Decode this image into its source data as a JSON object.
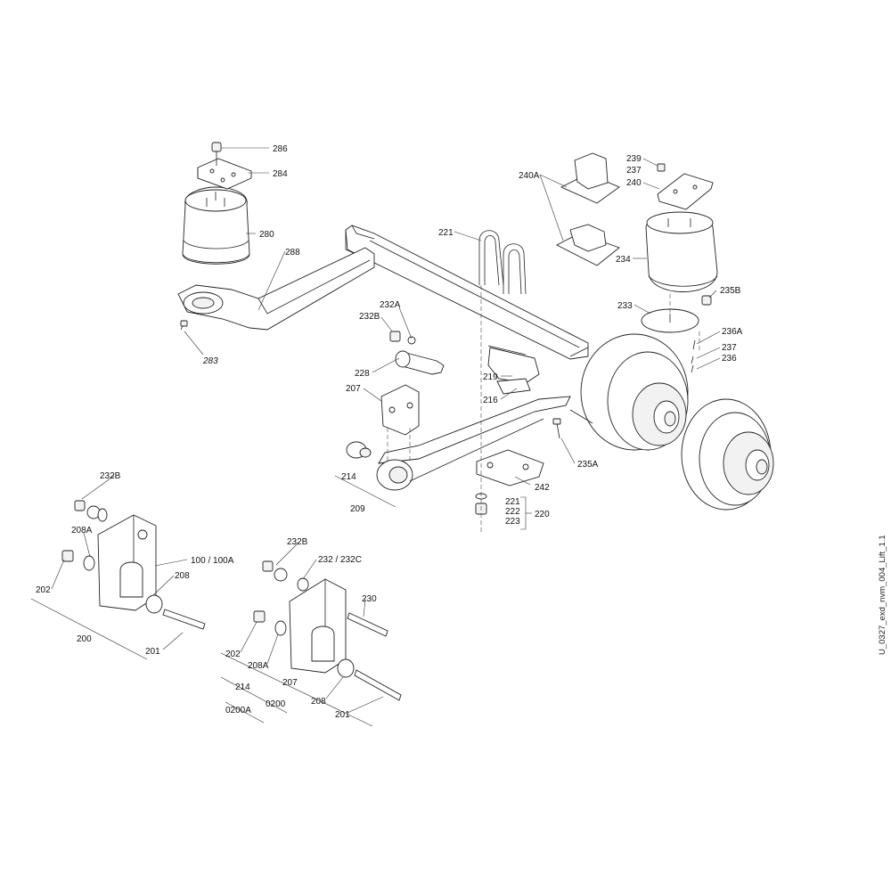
{
  "drawing": {
    "reference": "U_0327_exd_nvm_004_Lift_1.1",
    "labels": {
      "l286": "286",
      "l284": "284",
      "l280": "280",
      "l288": "288",
      "l283": "283",
      "l221top": "221",
      "l240A": "240A",
      "l239": "239",
      "l237a": "237",
      "l240": "240",
      "l234": "234",
      "l233": "233",
      "l235B": "235B",
      "l236A": "236A",
      "l237b": "237",
      "l236": "236",
      "l232A": "232A",
      "l232Bmid": "232B",
      "l228": "228",
      "l207mid": "207",
      "l219": "219",
      "l216": "216",
      "l235A": "235A",
      "l214mid": "214",
      "l209": "209",
      "l242": "242",
      "l221b": "221",
      "l222": "222",
      "l223": "223",
      "l220": "220",
      "l232Bl": "232B",
      "l208Al": "208A",
      "l100": "100 / 100A",
      "l208l": "208",
      "l202l": "202",
      "l200": "200",
      "l201l": "201",
      "l232Br": "232B",
      "l232C": "232 / 232C",
      "l230": "230",
      "l202r": "202",
      "l208Ar": "208A",
      "l207r": "207",
      "l214r": "214",
      "l0200": "0200",
      "l0200A": "0200A",
      "l208r": "208",
      "l201r": "201"
    }
  }
}
